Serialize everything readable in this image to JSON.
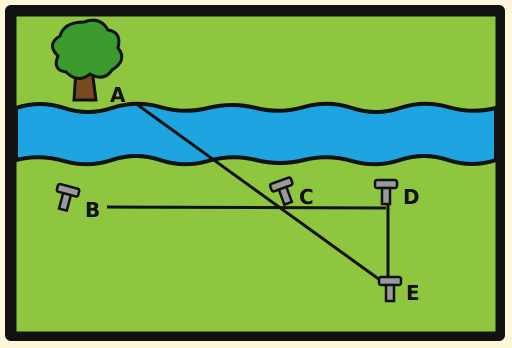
{
  "colors": {
    "background": "#fdf6da",
    "grass": "#8ec63f",
    "river": "#1ea4e1",
    "outline": "#111111",
    "stake": "#9a9a9a",
    "tree_leaves": "#3a9b2c",
    "tree_trunk": "#7a4a1f"
  },
  "icons": {
    "tree": "tree-icon",
    "stake": "stake-icon"
  },
  "points": {
    "A": {
      "label": "A"
    },
    "B": {
      "label": "B"
    },
    "C": {
      "label": "C"
    },
    "D": {
      "label": "D"
    },
    "E": {
      "label": "E"
    }
  }
}
